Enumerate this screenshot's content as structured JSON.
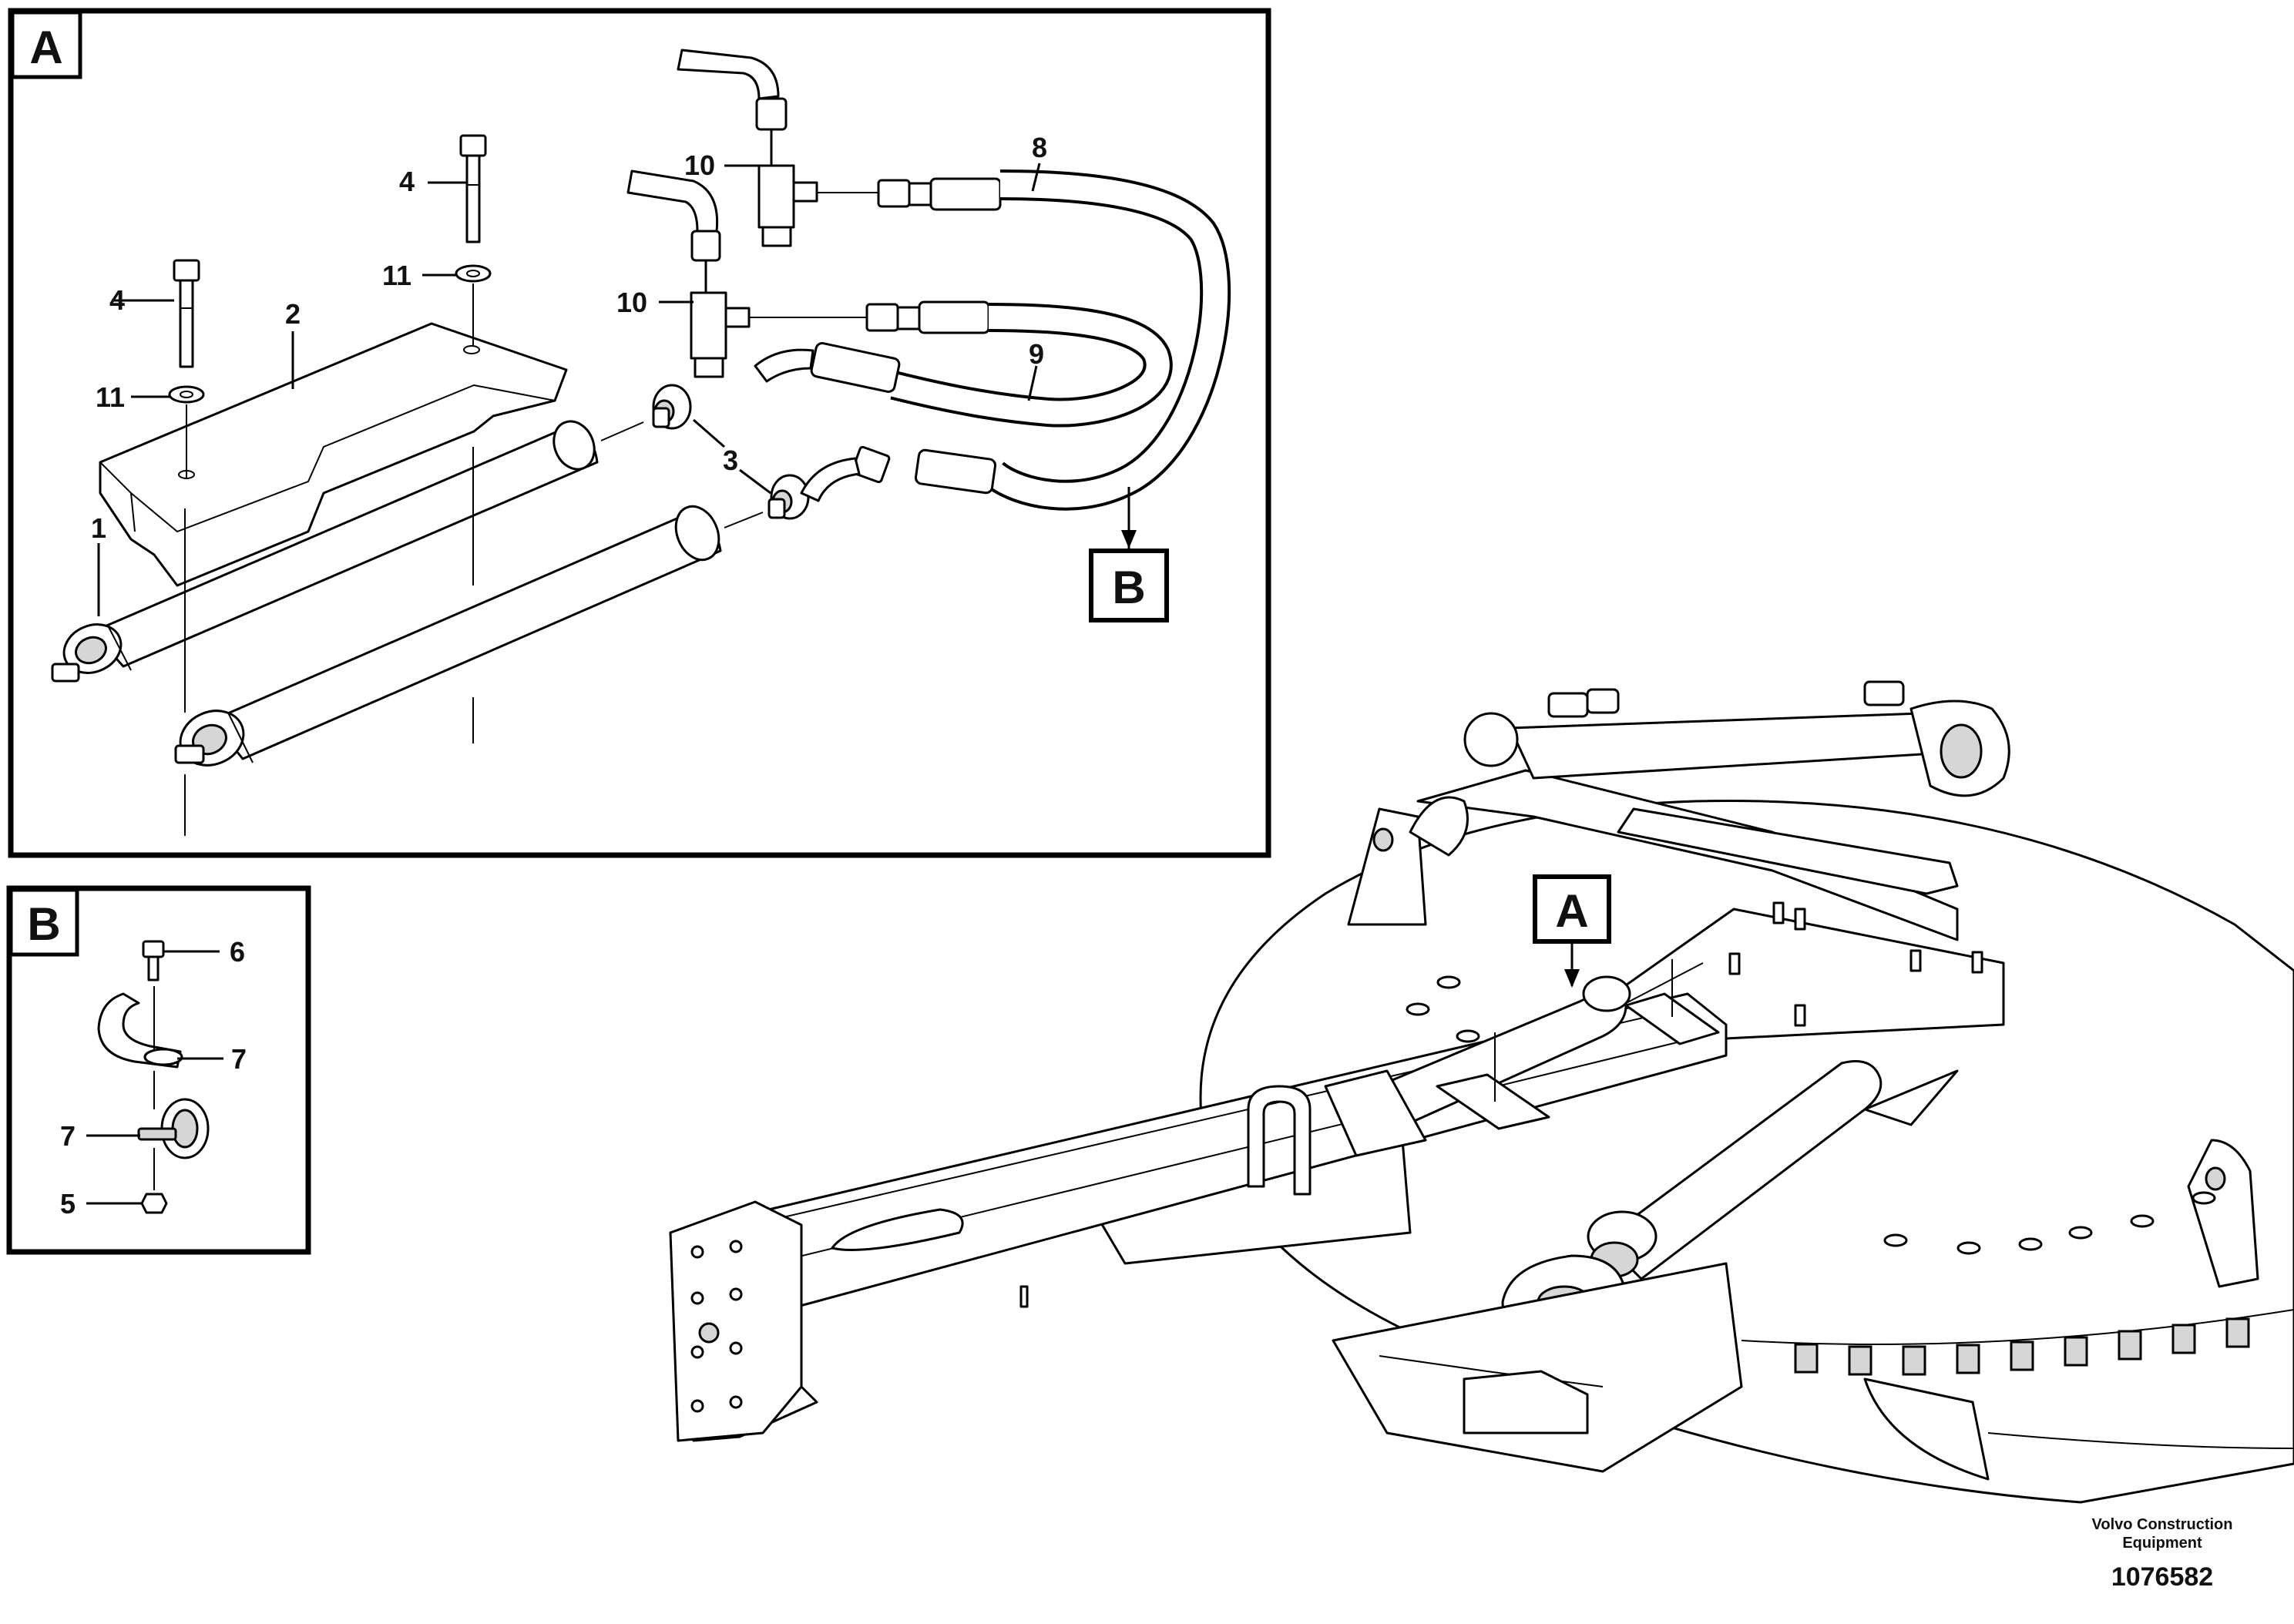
{
  "frames": {
    "detail_a_letter": "A",
    "detail_b_letter": "B",
    "callout_a_letter": "A",
    "callout_b_letter": "B"
  },
  "callouts_a": [
    {
      "id": "c1",
      "label": "1"
    },
    {
      "id": "c2",
      "label": "2"
    },
    {
      "id": "c3",
      "label": "3"
    },
    {
      "id": "c4a",
      "label": "4"
    },
    {
      "id": "c4b",
      "label": "4"
    },
    {
      "id": "c8",
      "label": "8"
    },
    {
      "id": "c9",
      "label": "9"
    },
    {
      "id": "c10a",
      "label": "10"
    },
    {
      "id": "c10b",
      "label": "10"
    },
    {
      "id": "c11a",
      "label": "11"
    },
    {
      "id": "c11b",
      "label": "11"
    }
  ],
  "callouts_b": [
    {
      "id": "c6",
      "label": "6"
    },
    {
      "id": "c7a",
      "label": "7"
    },
    {
      "id": "c7b",
      "label": "7"
    },
    {
      "id": "c5",
      "label": "5"
    }
  ],
  "footer": {
    "maker_line1": "Volvo Construction",
    "maker_line2": "Equipment",
    "document_number": "1076582"
  }
}
